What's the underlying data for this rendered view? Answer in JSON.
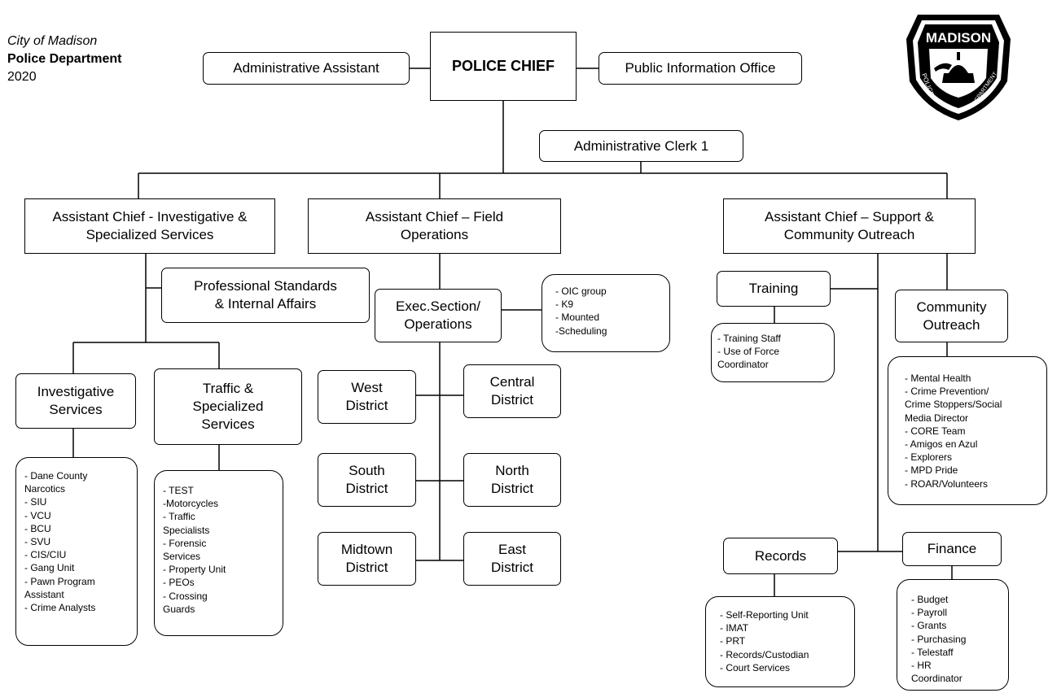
{
  "header": {
    "city": "City of Madison",
    "department": "Police Department",
    "year": "2020"
  },
  "logo": {
    "top_text": "MADISON",
    "left_text": "POLICE",
    "right_text": "DEPARTMENT"
  },
  "chief": {
    "title": "POLICE CHIEF",
    "admin_assistant": "Administrative Assistant",
    "public_info": "Public Information Office",
    "admin_clerk": "Administrative Clerk 1"
  },
  "investigative_branch": {
    "title_line1": "Assistant Chief - Investigative &",
    "title_line2": "Specialized Services",
    "professional_standards_line1": "Professional Standards",
    "professional_standards_line2": "& Internal Affairs",
    "investigative_services_line1": "Investigative",
    "investigative_services_line2": "Services",
    "investigative_units": [
      "- Dane County",
      "Narcotics",
      "- SIU",
      "- VCU",
      "- BCU",
      "- SVU",
      "- CIS/CIU",
      "- Gang Unit",
      "- Pawn Program",
      "Assistant",
      "- Crime Analysts"
    ],
    "traffic_line1": "Traffic &",
    "traffic_line2": "Specialized",
    "traffic_line3": "Services",
    "traffic_units": [
      "- TEST",
      "-Motorcycles",
      "- Traffic",
      "Specialists",
      "- Forensic",
      "Services",
      "- Property Unit",
      "- PEOs",
      "- Crossing",
      "Guards"
    ]
  },
  "field_branch": {
    "title_line1": "Assistant Chief – Field",
    "title_line2": "Operations",
    "exec_line1": "Exec.Section/",
    "exec_line2": "Operations",
    "exec_units": [
      "- OIC group",
      "- K9",
      "- Mounted",
      "-Scheduling"
    ],
    "districts": {
      "west": [
        "West",
        "District"
      ],
      "central": [
        "Central",
        "District"
      ],
      "south": [
        "South",
        "District"
      ],
      "north": [
        "North",
        "District"
      ],
      "midtown": [
        "Midtown",
        "District"
      ],
      "east": [
        "East",
        "District"
      ]
    }
  },
  "support_branch": {
    "title_line1": "Assistant Chief – Support &",
    "title_line2": "Community Outreach",
    "training": "Training",
    "training_units": [
      "- Training Staff",
      "- Use of Force",
      "Coordinator"
    ],
    "community_line1": "Community",
    "community_line2": "Outreach",
    "community_units": [
      "- Mental Health",
      "- Crime Prevention/",
      "Crime Stoppers/Social",
      "Media Director",
      "- CORE Team",
      "- Amigos en Azul",
      "- Explorers",
      "- MPD Pride",
      "- ROAR/Volunteers"
    ],
    "records": "Records",
    "records_units": [
      "- Self-Reporting Unit",
      "- IMAT",
      "- PRT",
      "- Records/Custodian",
      "- Court Services"
    ],
    "finance": "Finance",
    "finance_units": [
      "- Budget",
      "- Payroll",
      "- Grants",
      "- Purchasing",
      "- Telestaff",
      "- HR",
      "Coordinator"
    ]
  }
}
